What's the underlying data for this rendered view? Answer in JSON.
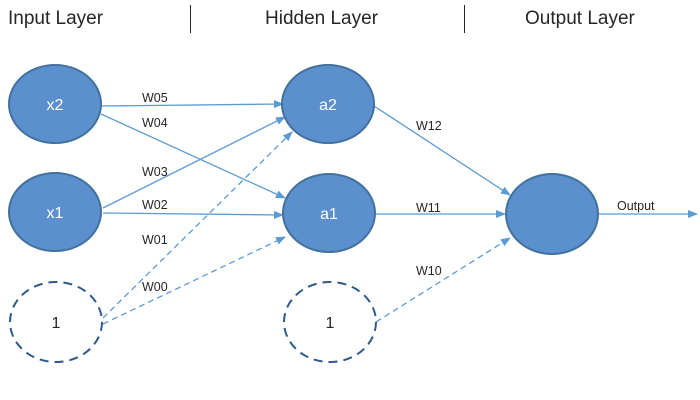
{
  "headers": {
    "input": "Input Layer",
    "hidden": "Hidden Layer",
    "output": "Output Layer"
  },
  "nodes": {
    "x2": "x2",
    "x1": "x1",
    "input_bias": "1",
    "a2": "a2",
    "a1": "a1",
    "hidden_bias": "1"
  },
  "weights": {
    "w05": "W05",
    "w04": "W04",
    "w03": "W03",
    "w02": "W02",
    "w01": "W01",
    "w00": "W00",
    "w12": "W12",
    "w11": "W11",
    "w10": "W10"
  },
  "output_label": "Output",
  "colors": {
    "node_fill": "#5b8fce",
    "node_stroke": "#41719c",
    "edge": "#5b9bd5",
    "bias_stroke": "#2e5a8a"
  }
}
